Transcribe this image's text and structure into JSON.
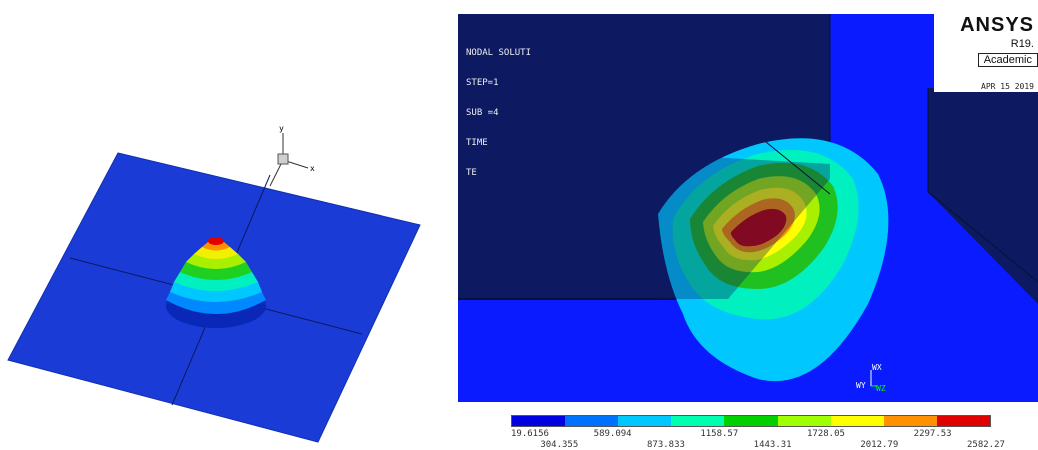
{
  "left_view": {
    "axes": {
      "x": "x",
      "y": "y"
    }
  },
  "right_view": {
    "info_lines": [
      "NODAL SOLUTI",
      "STEP=1",
      "SUB =4",
      "TIME",
      "TE",
      "",
      "",
      ""
    ],
    "logo": {
      "name": "ANSYS",
      "revision": "R19.",
      "edition": "Academic",
      "date": "APR 15 2019"
    },
    "triad": {
      "wx": "WX",
      "wy": "WY",
      "wz": "WZ"
    }
  },
  "colorbar": {
    "colors": [
      "#0000e0",
      "#0070ff",
      "#00c8ff",
      "#00ffb0",
      "#00d000",
      "#a0ff00",
      "#ffff00",
      "#ff9000",
      "#e00000"
    ],
    "labels_top_row": [
      "19.6156",
      "589.094",
      "1158.57",
      "1728.05",
      "2297.53"
    ],
    "labels_bottom_row": [
      "304.355",
      "873.833",
      "1443.31",
      "2012.79",
      "2582.27"
    ]
  }
}
